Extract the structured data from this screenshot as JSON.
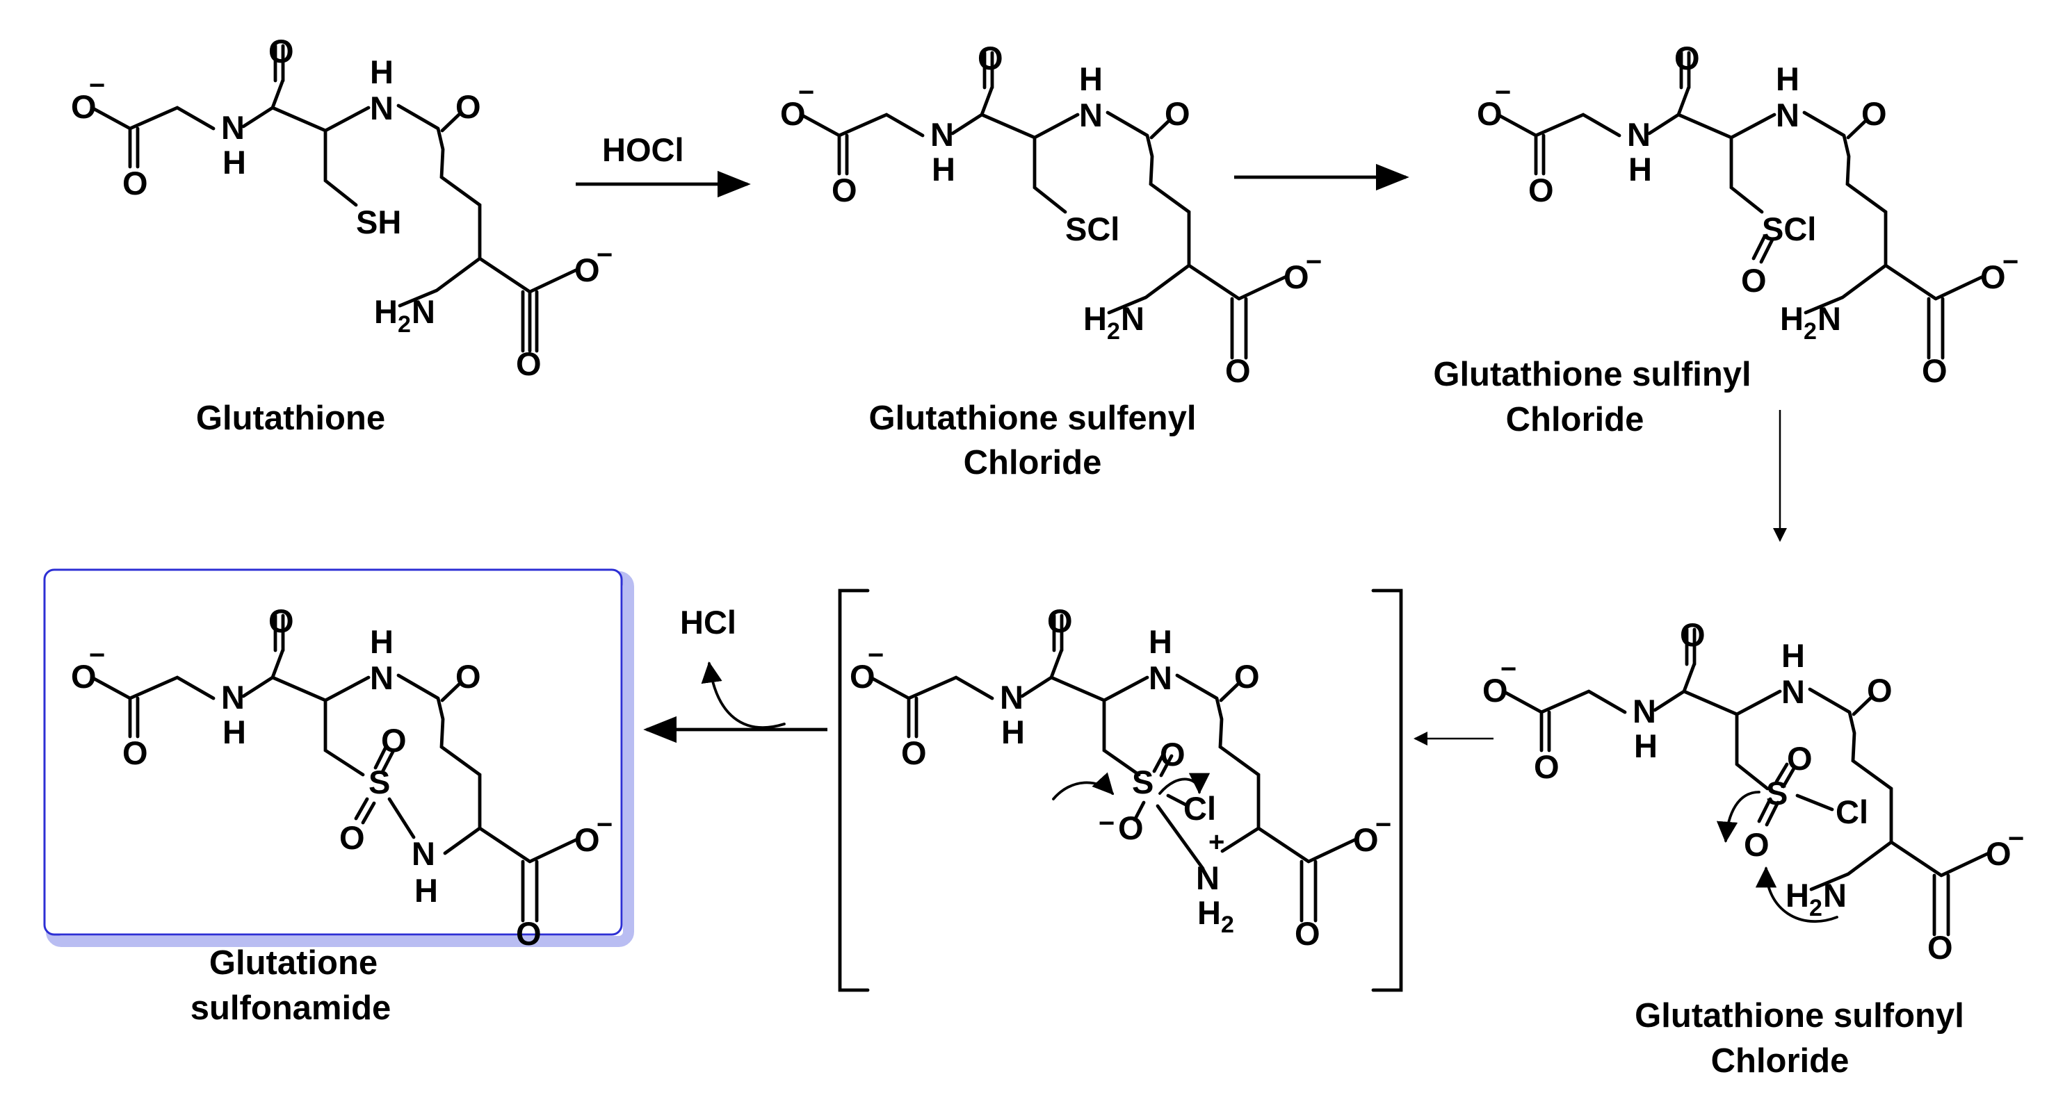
{
  "reagents": {
    "hocl": "HOCl",
    "hcl": "HCl"
  },
  "names": {
    "glutathione": "Glutathione",
    "sulfenyl_1": "Glutathione sulfenyl",
    "sulfenyl_2": "Chloride",
    "sulfinyl_1": "Glutathione sulfinyl",
    "sulfinyl_2": "Chloride",
    "sulfonyl_1": "Glutathione sulfonyl",
    "sulfonyl_2": "Chloride",
    "sulfonamide_1": "Glutatione",
    "sulfonamide_2": "sulfonamide"
  },
  "atoms": {
    "O": "O",
    "N": "N",
    "H": "H",
    "S": "S",
    "Cl": "Cl",
    "SH": "SH",
    "SCl": "SCl",
    "H2": "H",
    "two": "2",
    "neg": "−",
    "pos": "+"
  },
  "colors": {
    "highlight_box": "#2d2fd4",
    "highlight_shadow": "#b9bdf2"
  }
}
